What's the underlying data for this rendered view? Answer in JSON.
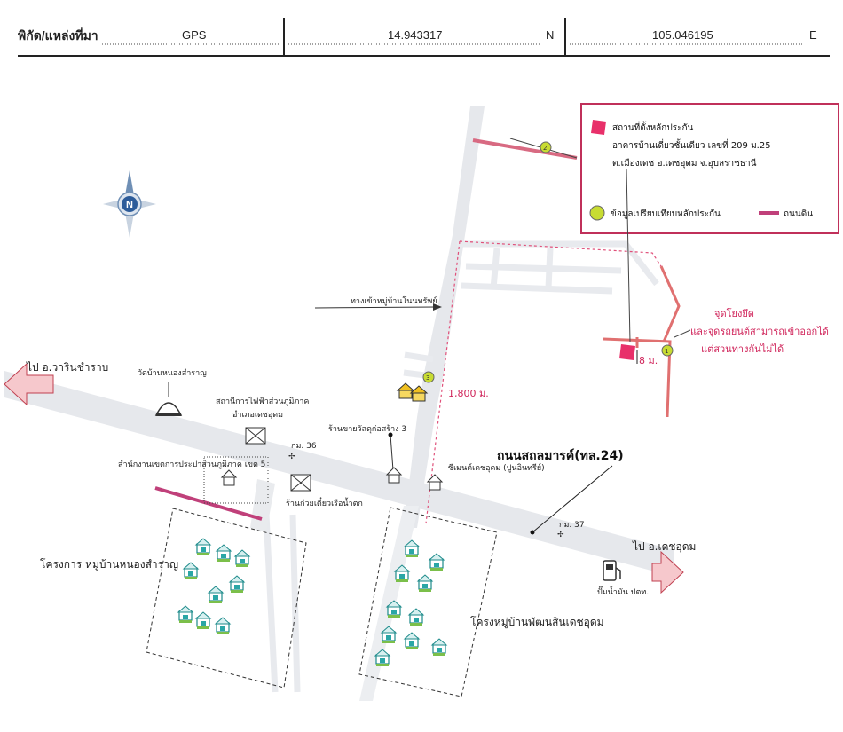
{
  "header": {
    "label": "พิกัด/แหล่งที่มา",
    "source": "GPS",
    "latitude": "14.943317",
    "lat_dir": "N",
    "longitude": "105.046195",
    "lon_dir": "E"
  },
  "legend": {
    "collateral_title": "สถานที่ตั้งหลักประกัน",
    "collateral_line1": "อาคารบ้านเดี่ยวชั้นเดียว เลขที่ 209 ม.25",
    "collateral_line2": "ต.เมืองเดช อ.เดชอุดม จ.อุบลราชธานี",
    "comparison_label": "ข้อมูลเปรียบเทียบหลักประกัน",
    "dirt_road_label": "ถนนดิน",
    "collateral_color": "#e8306a",
    "comparison_color": "#c8dc32",
    "dirt_road_color": "#c0407a"
  },
  "compass": {
    "letter": "N",
    "icon": "compass-icon"
  },
  "labels": {
    "to_warin": "ไป อ.วารินชำราบ",
    "to_dechudom": "ไป อ.เดชอุดม",
    "road_name": "ถนนสถลมารค์(ทล.24)",
    "village_entrance": "ทางเข้าหมู่บ้านโนนทรัพย์",
    "distance": "1,800 ม.",
    "width_8m": "8 ม.",
    "note_line1": "จุดโยงยึด",
    "note_line2": "และจุดรถยนต์สามารถเข้าออกได้",
    "note_line3": "แต่สวนทางกันไม่ได้",
    "temple": "วัดบ้านหนองสำราญ",
    "electricity_line1": "สถานีการไฟฟ้าส่วนภูมิภาค",
    "electricity_line2": "อำเภอเดชอุดม",
    "km36": "กม. 36",
    "km37": "กม. 37",
    "construction_shop": "ร้านขายวัสดุก่อสร้าง 3",
    "cement_shop": "ซีเมนต์เดชอุดม (ปูนอินทรีย์)",
    "office_zone5": "สำนักงานเขตการประปาส่วนภูมิภาค เขต 5",
    "noodle_shop": "ร้านก๋วยเตี๋ยวเรือน้ำตก",
    "project_nongsamran": "โครงการ หมู่บ้านหนองสำราญ",
    "project_phatthana": "โครงหมู่บ้านพัฒนสินเดชอุดม",
    "gas_station": "ปั๊มน้ำมัน ปตท.",
    "marker1": "1",
    "marker2": "2",
    "marker3": "3"
  }
}
